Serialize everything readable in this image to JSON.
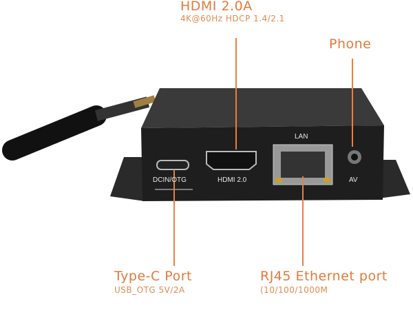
{
  "callouts": {
    "hdmi": {
      "title": "HDMI 2.0A",
      "subtitle": "4K@60Hz HDCP 1.4/2.1"
    },
    "phone": {
      "title": "Phone"
    },
    "typec": {
      "title": "Type-C Port",
      "subtitle": "USB_OTG 5V/2A"
    },
    "rj45": {
      "title": "RJ45 Ethernet port",
      "subtitle": "(10/100/1000M"
    }
  },
  "device_labels": {
    "dcin": "DCIN/OTG",
    "hdmi": "HDMI 2.0",
    "lan": "LAN",
    "av": "AV"
  },
  "colors": {
    "accent": "#e07a3c",
    "device": "#1e1e1e"
  }
}
